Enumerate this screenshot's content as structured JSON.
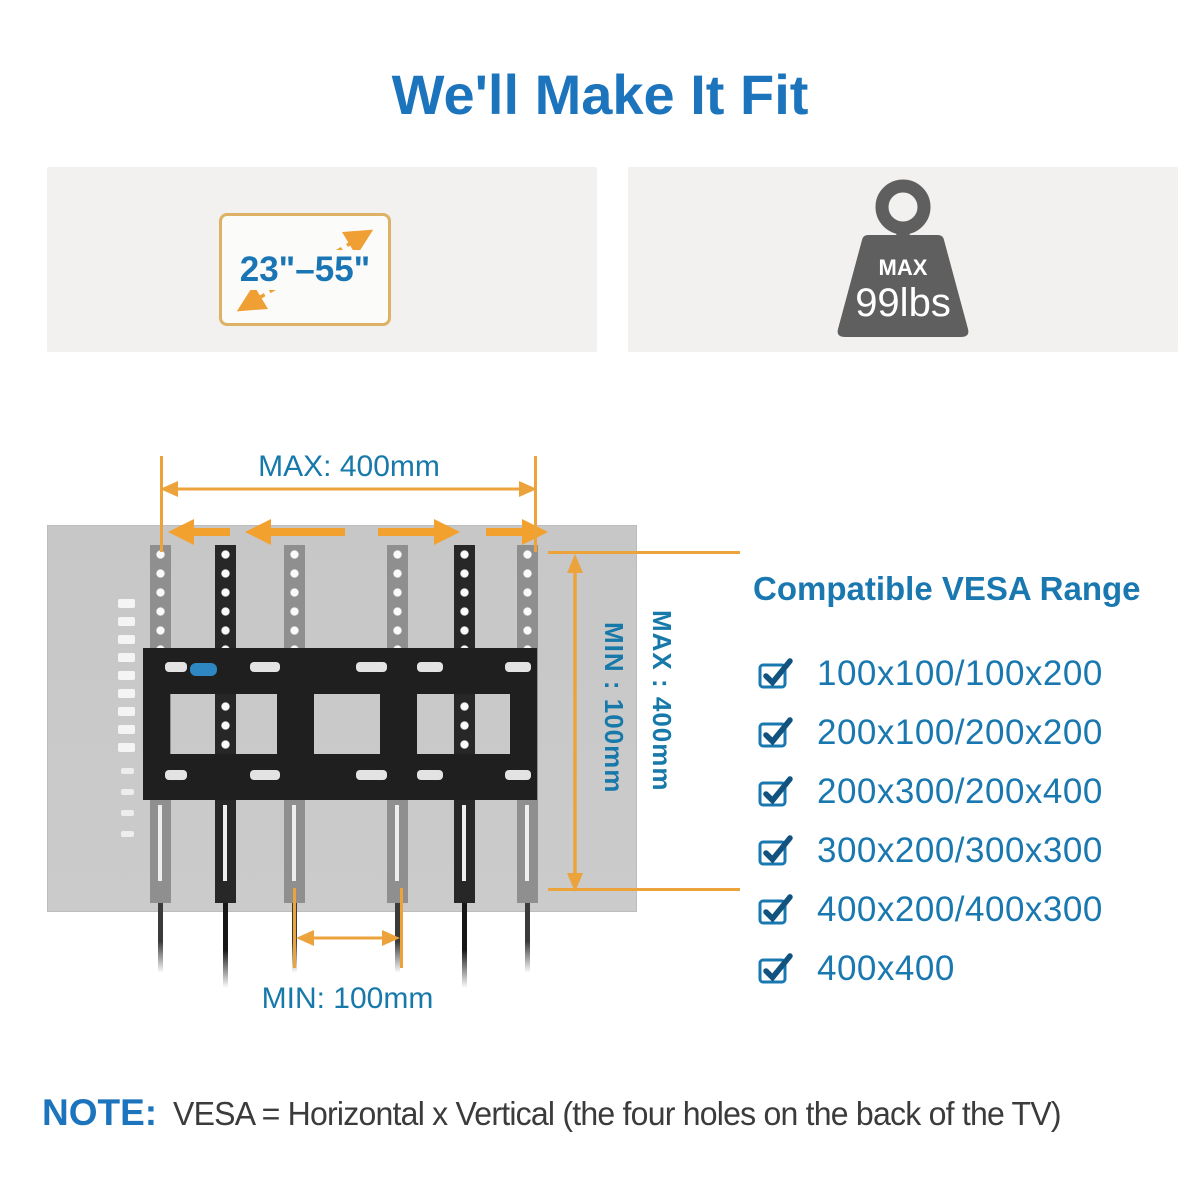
{
  "title": "We'll Make It Fit",
  "features": {
    "tv_size": {
      "range": "23\"–55\""
    },
    "weight": {
      "max_label": "MAX",
      "value": "99lbs"
    }
  },
  "diagram": {
    "top_dimension": "MAX: 400mm",
    "bottom_dimension": "MIN: 100mm",
    "vertical_dimension_min": "MIN : 100mm",
    "vertical_dimension_max": "MAX : 400mm"
  },
  "vesa": {
    "heading": "Compatible VESA Range",
    "items": [
      "100x100/100x200",
      "200x100/200x200",
      "200x300/200x400",
      "300x200/300x300",
      "400x200/400x300",
      "400x400"
    ]
  },
  "note": {
    "label": "NOTE:",
    "text": "VESA = Horizontal x Vertical (the four holes on the back of the TV)"
  },
  "colors": {
    "accent_blue": "#1b74bc",
    "label_blue": "#1779aa",
    "orange": "#f2a12f",
    "gold_border": "#ddb264",
    "weight_gray": "#5f5f5f",
    "tv_gray": "#c9c9c9"
  }
}
